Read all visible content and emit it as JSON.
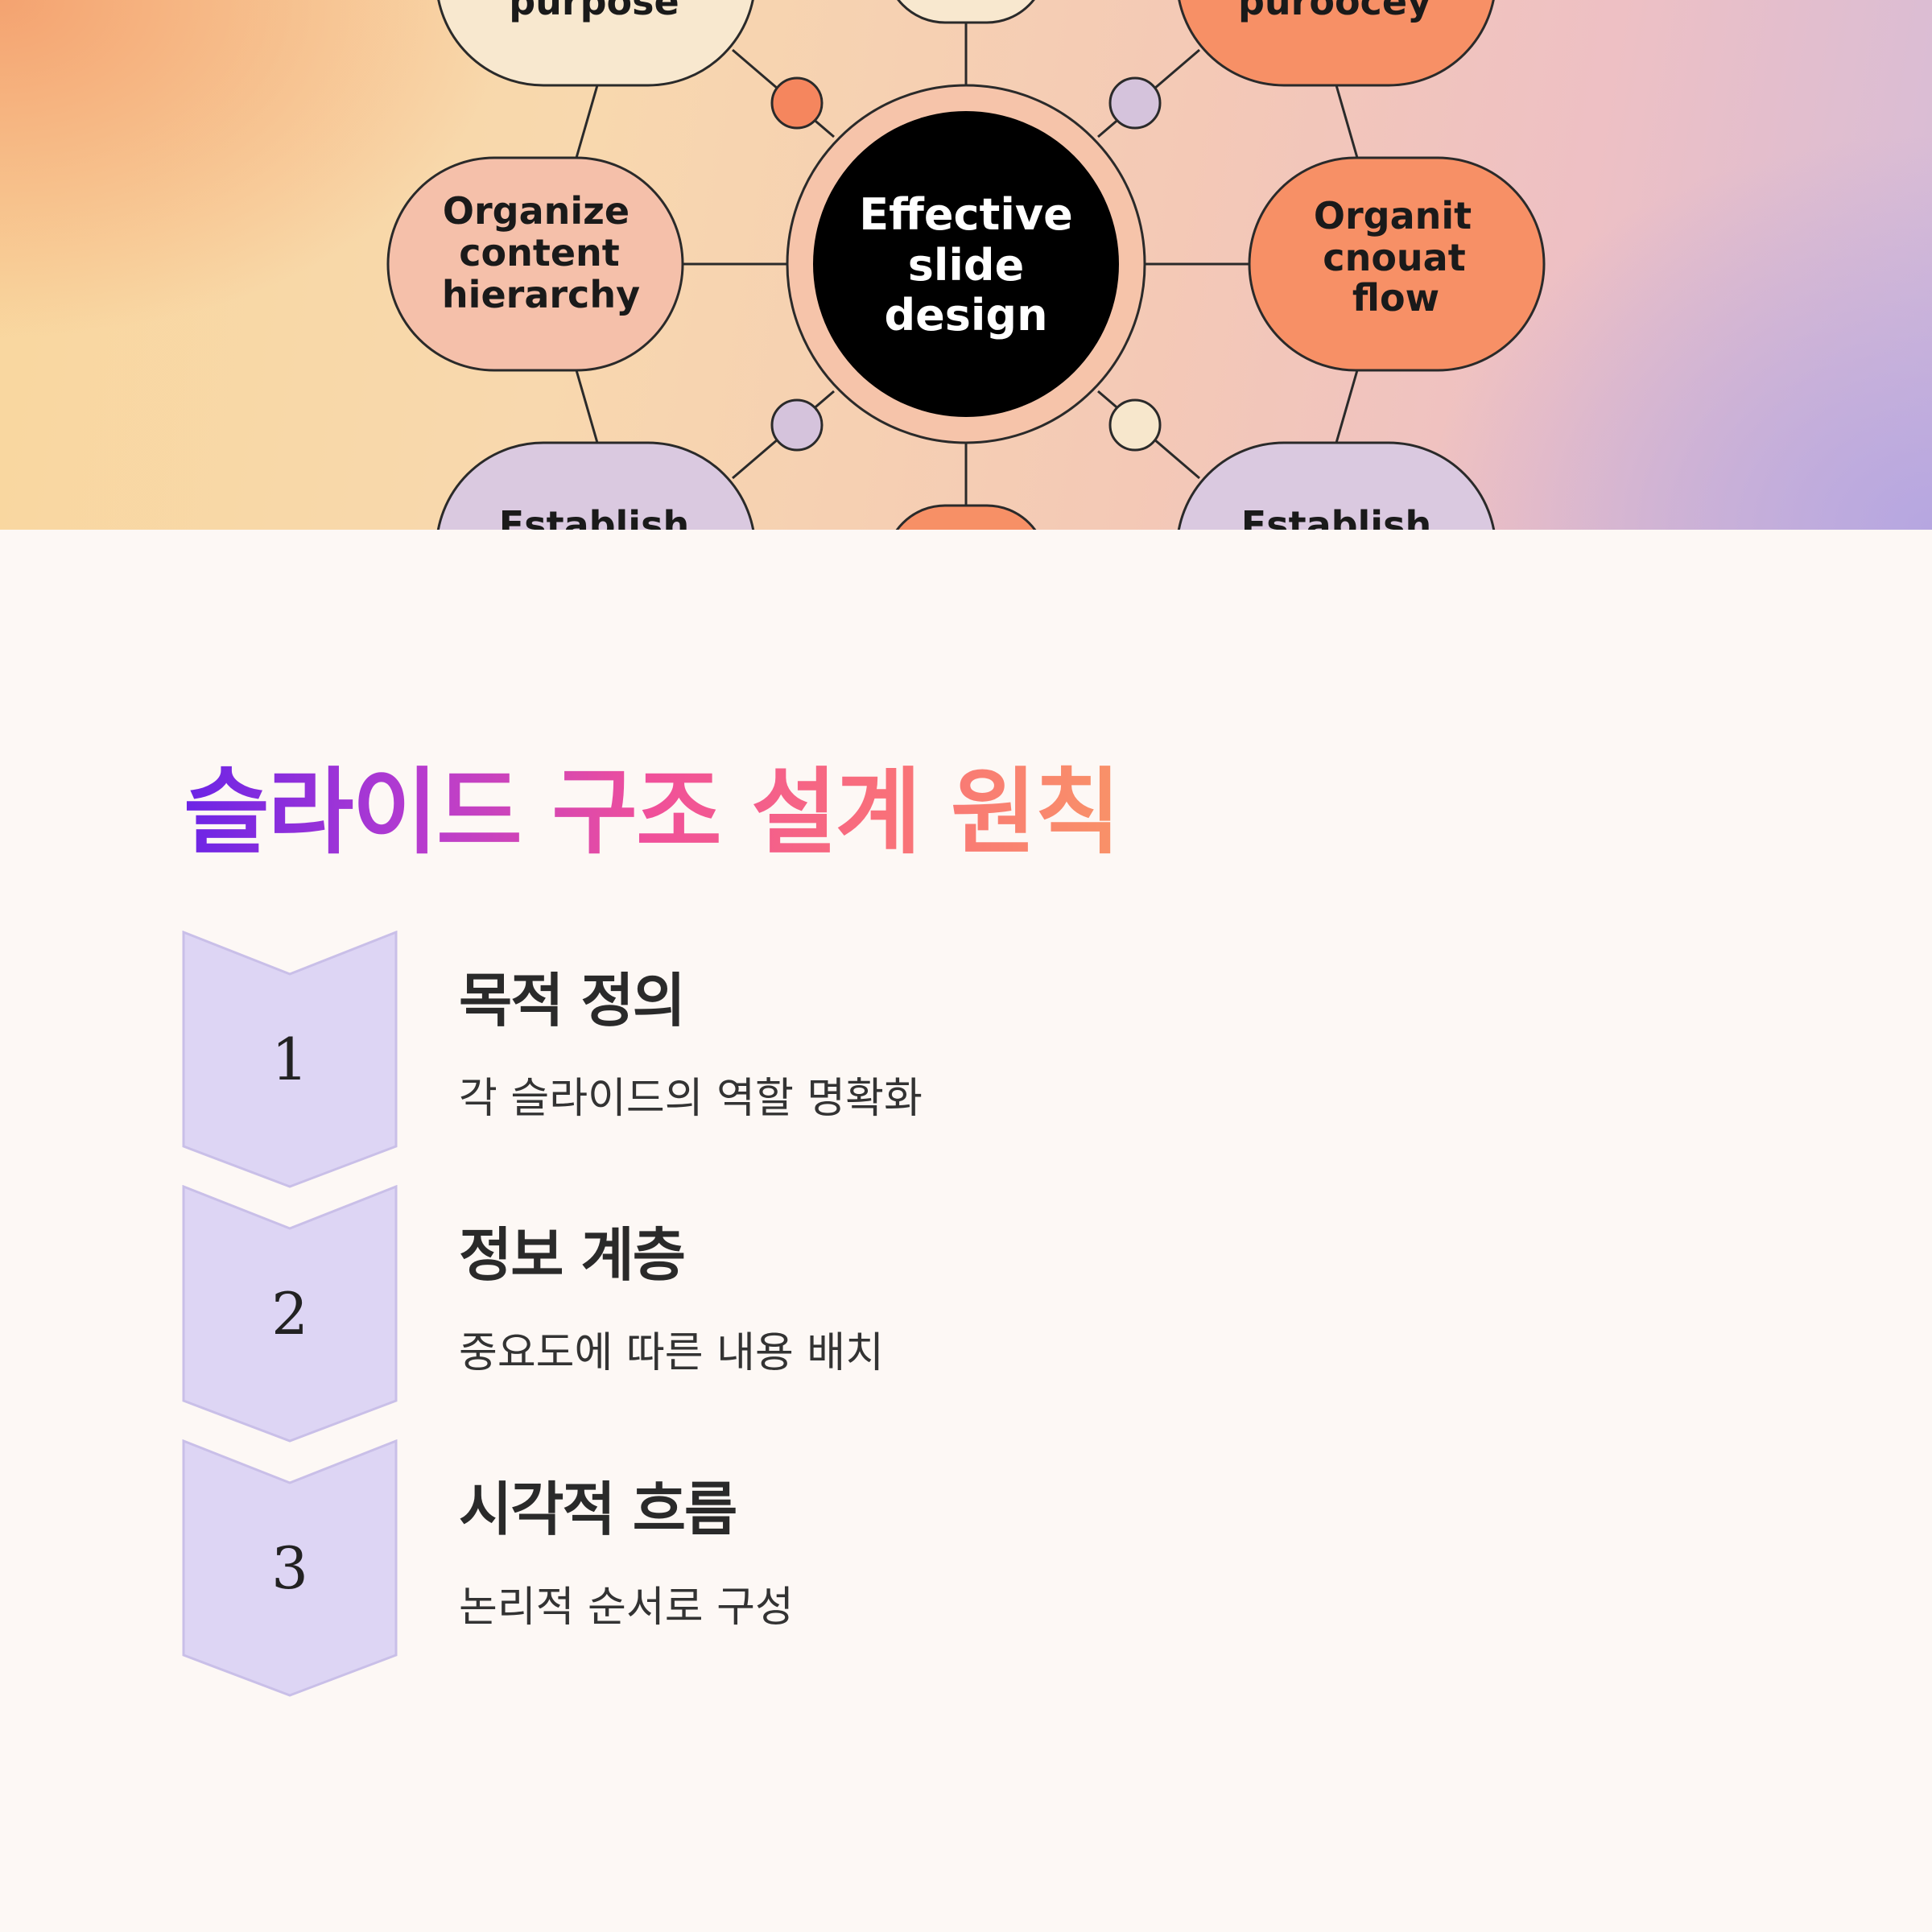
{
  "hero": {
    "hub_lines": [
      "Effective",
      "slide",
      "design"
    ],
    "nodes": {
      "top_left": [
        "purpose"
      ],
      "top_right": [
        "puroocey"
      ],
      "middle_left": [
        "Organize",
        "content",
        "hierarchy"
      ],
      "middle_right": [
        "Organit",
        "cnouat",
        "flow"
      ],
      "bottom_left": [
        "Establish"
      ],
      "bottom_right": [
        "Establish"
      ]
    }
  },
  "title": "슬라이드 구조 설계 원칙",
  "steps": [
    {
      "number": "1",
      "title": "목적 정의",
      "description": "각 슬라이드의 역할 명확화"
    },
    {
      "number": "2",
      "title": "정보 계층",
      "description": "중요도에 따른 내용 배치"
    },
    {
      "number": "3",
      "title": "시각적 흐름",
      "description": "논리적 순서로 구성"
    }
  ],
  "colors": {
    "title_gradient": [
      "#6b24e6",
      "#b63ccf",
      "#f0509a",
      "#f9707a",
      "#f99268"
    ],
    "chevron_fill": "#ddd5f4",
    "chevron_stroke": "#c9bfe8",
    "hub_fill": "#000000",
    "node_orange": "#f79066",
    "node_peach": "#f5c0aa",
    "node_cream": "#f8e8cf",
    "node_lavender": "#dac9e0"
  }
}
